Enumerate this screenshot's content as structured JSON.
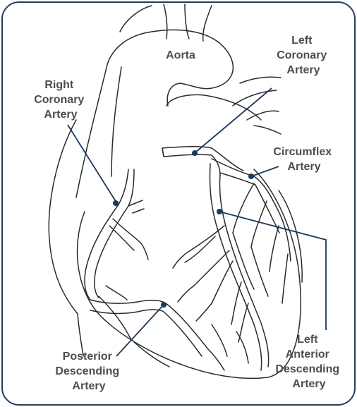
{
  "colors": {
    "frame": "#1f3f6b",
    "leader": "#163a66",
    "dot": "#163a66",
    "outline": "#2a2a2a",
    "label_text": "#4d4d4d",
    "background": "#ffffff"
  },
  "labels": {
    "aorta": "Aorta",
    "left_coronary": [
      "Left",
      "Coronary",
      "Artery"
    ],
    "right_coronary": [
      "Right",
      "Coronary",
      "Artery"
    ],
    "circumflex": [
      "Circumflex",
      "Artery"
    ],
    "posterior_descending": [
      "Posterior",
      "Descending",
      "Artery"
    ],
    "left_anterior_descending": [
      "Left",
      "Anterior",
      "Descending",
      "Artery"
    ]
  }
}
